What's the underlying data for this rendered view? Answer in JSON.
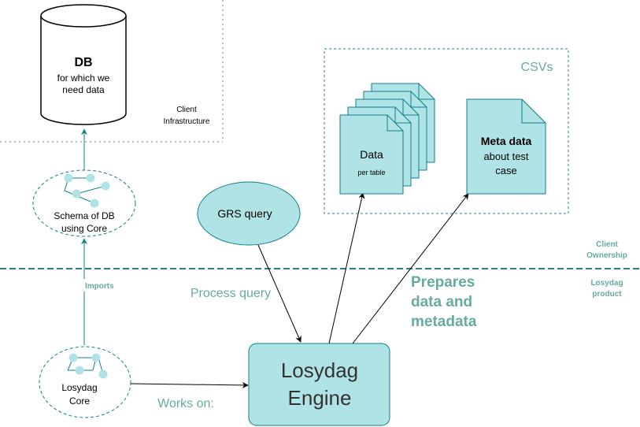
{
  "db": {
    "title": "DB",
    "line1": "for which we",
    "line2": "need data"
  },
  "client_infrastructure": {
    "line1": "Client",
    "line2": "Infrastructure"
  },
  "schema": {
    "line1": "Schema of DB",
    "line2": "using Core"
  },
  "imports_label": "Imports",
  "losydag_core": {
    "line1": "Losydag",
    "line2": "Core"
  },
  "grs_query": "GRS query",
  "process_query": "Process query",
  "works_on": "Works on:",
  "engine": {
    "line1": "Losydag",
    "line2": "Engine"
  },
  "prepares": {
    "line1": "Prepares",
    "line2": "data and",
    "line3": "metadata"
  },
  "csvs": "CSVs",
  "data_doc": {
    "title": "Data",
    "sub": "per table"
  },
  "meta_doc": {
    "title": "Meta data",
    "line2": "about test",
    "line3": "case"
  },
  "client_ownership": {
    "line1": "Client",
    "line2": "Ownership"
  },
  "losydag_product": {
    "line1": "Losydag",
    "line2": "product"
  },
  "colors": {
    "fill": "#b0e3e6",
    "stroke": "#0e8088",
    "teal_text": "#67ab9f",
    "divider": "#2f7c87",
    "dotted_gray": "#c0c0c0"
  }
}
